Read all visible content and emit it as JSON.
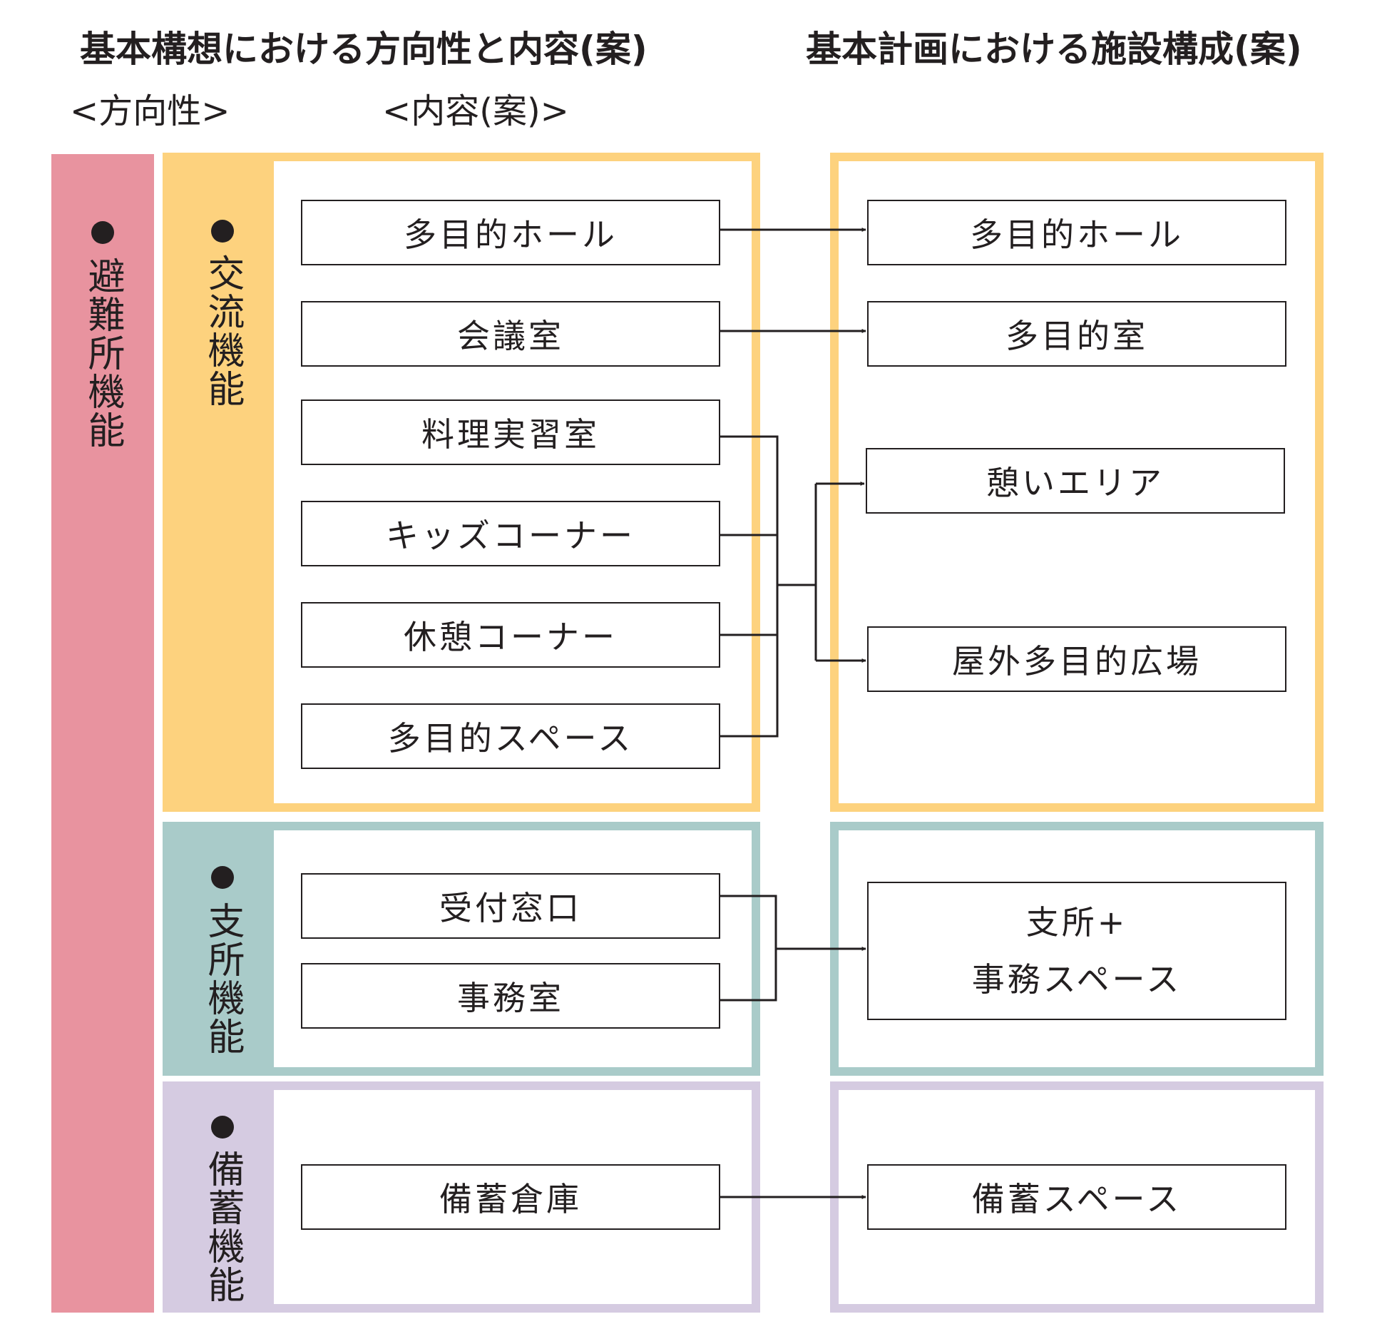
{
  "headings": {
    "left_title": "基本構想における方向性と内容(案)",
    "right_title": "基本計画における施設構成(案)",
    "direction_label": "<方向性>",
    "content_label": "<内容(案)>"
  },
  "shelter": {
    "label": "避難所機能"
  },
  "groups": [
    {
      "label": "交流機能",
      "color": "#fdd27e",
      "contents": [
        "多目的ホール",
        "会議室",
        "料理実習室",
        "キッズコーナー",
        "休憩コーナー",
        "多目的スペース"
      ],
      "facilities": [
        "多目的ホール",
        "多目的室",
        "憩いエリア",
        "屋外多目的広場"
      ]
    },
    {
      "label": "支所機能",
      "color": "#a9cbc9",
      "contents": [
        "受付窓口",
        "事務室"
      ],
      "facilities": [
        [
          "支所+",
          "事務スペース"
        ]
      ]
    },
    {
      "label": "備蓄機能",
      "color": "#d5cbe1",
      "contents": [
        "備蓄倉庫"
      ],
      "facilities": [
        "備蓄スペース"
      ]
    }
  ],
  "colors": {
    "shelter": "#e8939f",
    "exchange": "#fdd27e",
    "branch": "#a9cbc9",
    "storage": "#d5cbe1",
    "line": "#231f20"
  }
}
